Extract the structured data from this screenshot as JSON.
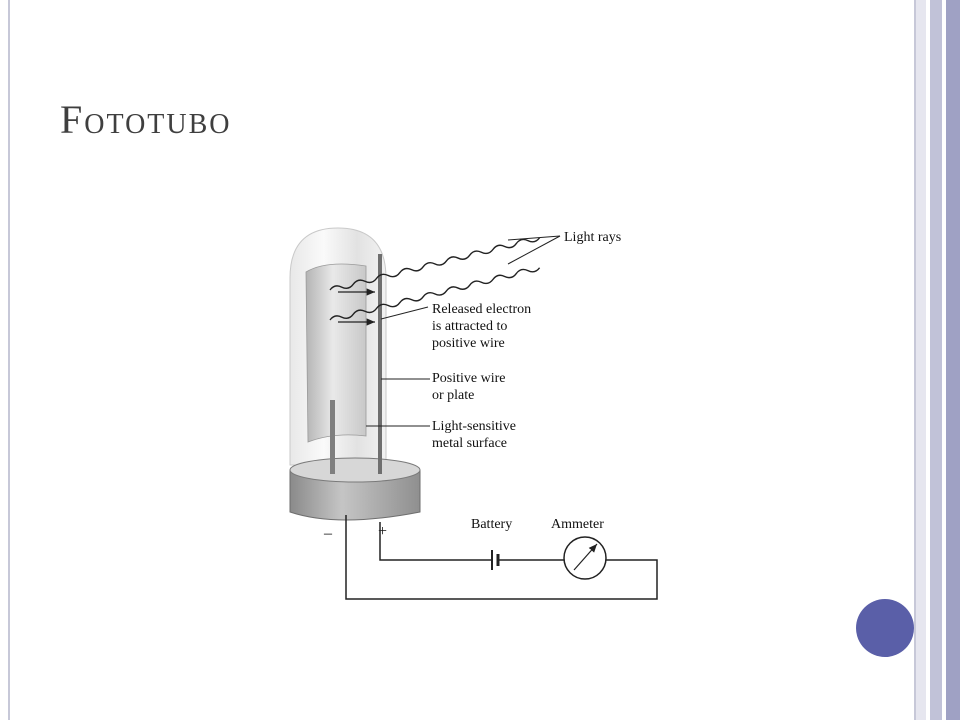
{
  "slide": {
    "title": "Fototubo"
  },
  "figure": {
    "labels": {
      "light_rays": "Light rays",
      "released_electron": [
        "Released electron",
        "is attracted to",
        "positive wire"
      ],
      "positive_wire": [
        "Positive wire",
        "or plate"
      ],
      "light_sensitive": [
        "Light-sensitive",
        "metal surface"
      ],
      "battery": "Battery",
      "ammeter": "Ammeter",
      "minus": "–",
      "plus": "+"
    }
  },
  "theme": {
    "accent_color": "#5a5fa8",
    "border_color": "#c7c8d8",
    "stripe_colors": [
      "#e6e6ef",
      "#c1c2d8",
      "#9fa1c4"
    ]
  }
}
